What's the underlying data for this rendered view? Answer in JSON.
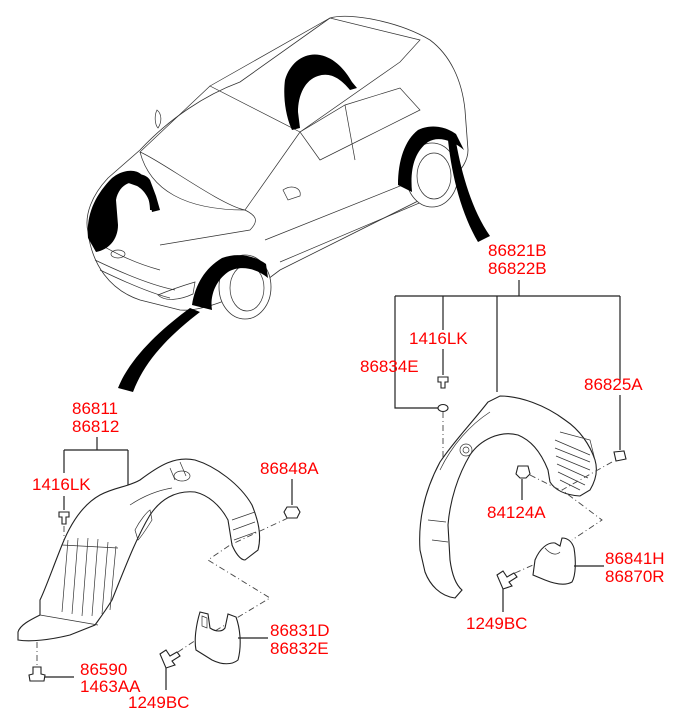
{
  "colors": {
    "label": "#ff0000",
    "line": "#222222",
    "highlight": "#000000"
  },
  "front_assembly": {
    "main_part": [
      "86811",
      "86812"
    ],
    "fastener_top": "1416LK",
    "clip_right": "86848A",
    "mudguard": [
      "86831D",
      "86832E"
    ],
    "bottom_bolt": [
      "86590",
      "1463AA"
    ],
    "screw": "1249BC"
  },
  "rear_assembly": {
    "main_part": [
      "86821B",
      "86822B"
    ],
    "fastener_top": "1416LK",
    "washer": "86834E",
    "clip_right": "86825A",
    "nut": "84124A",
    "mudguard": [
      "86841H",
      "86870R"
    ],
    "screw": "1249BC"
  }
}
